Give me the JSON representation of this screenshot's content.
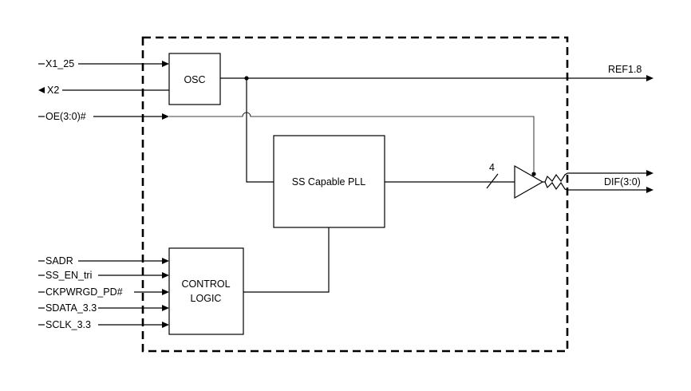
{
  "blocks": {
    "osc": "OSC",
    "pll": "SS Capable PLL",
    "control_line1": "CONTROL",
    "control_line2": "LOGIC"
  },
  "inputs": {
    "x1": "X1_25",
    "x2": "X2",
    "oe": "OE(3:0)#",
    "sadr": "SADR",
    "ss_en": "SS_EN_tri",
    "ckpwrgd": "CKPWRGD_PD#",
    "sdata": "SDATA_3.3",
    "sclk": "SCLK_3.3"
  },
  "outputs": {
    "ref": "REF1.8",
    "dif": "DIF(3:0)"
  },
  "bus_width": "4"
}
